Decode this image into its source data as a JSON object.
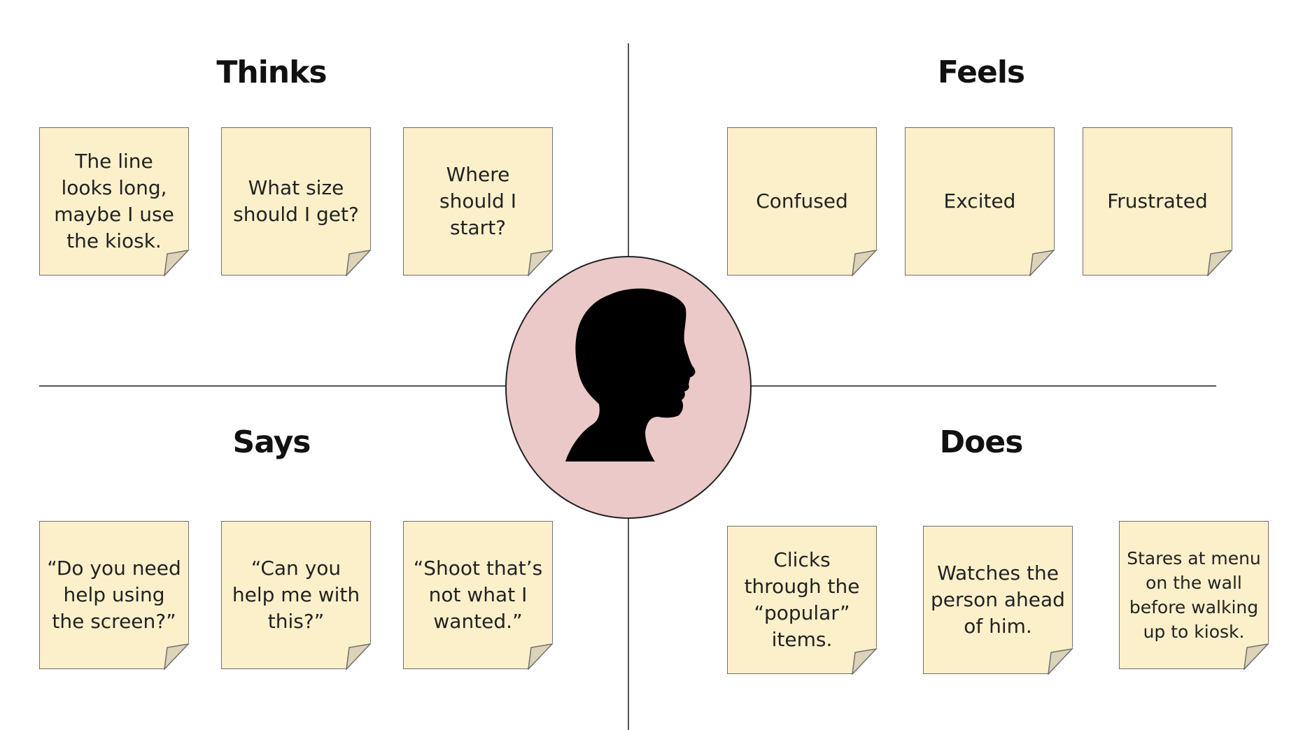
{
  "quadrants": {
    "thinks": {
      "title": "Thinks",
      "notes": [
        "The line looks long, maybe I use the kiosk.",
        "What size should I get?",
        "Where should I start?"
      ]
    },
    "feels": {
      "title": "Feels",
      "notes": [
        "Confused",
        "Excited",
        "Frustrated"
      ]
    },
    "says": {
      "title": "Says",
      "notes": [
        "“Do you need help using the screen?”",
        "“Can you help me with this?”",
        "“Shoot that’s not what I wanted.”"
      ]
    },
    "does": {
      "title": "Does",
      "notes": [
        "Clicks through the “popular” items.",
        "Watches the person ahead of him.",
        "Stares at menu on the wall before walking up to kiosk."
      ]
    }
  },
  "center": {
    "icon": "person-silhouette-icon",
    "fill": "#ecc9c9"
  },
  "colors": {
    "note": "#fcf0cb",
    "fold": "#dcd3b8",
    "line": "#555555"
  }
}
